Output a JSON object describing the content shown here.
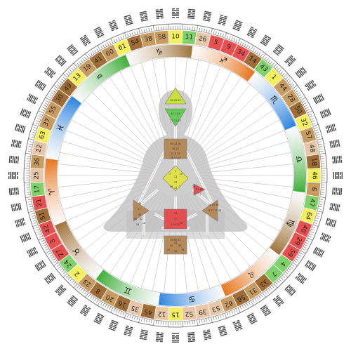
{
  "wheel": {
    "gates_clockwise_from_top": [
      "10",
      "11",
      "26",
      "5",
      "9",
      "34",
      "14",
      "43",
      "1",
      "44",
      "28",
      "50",
      "32",
      "57",
      "48",
      "18",
      "46",
      "6",
      "47",
      "64",
      "40",
      "29",
      "59",
      "4",
      "7",
      "33",
      "31",
      "56",
      "62",
      "53",
      "39",
      "52",
      "15",
      "12",
      "45",
      "35",
      "16",
      "20",
      "8",
      "23",
      "2",
      "24",
      "27",
      "3",
      "42",
      "51",
      "21",
      "17",
      "25",
      "36",
      "22",
      "63",
      "37",
      "55",
      "30",
      "49",
      "13",
      "19",
      "41",
      "60",
      "61",
      "54",
      "38",
      "58"
    ],
    "gate_band_colors": [
      "#f4ef5c",
      "#7fd16a",
      "#e8c6a8",
      "#e85050",
      "#e85050",
      "#e85050",
      "#a06d36",
      "#7fd16a",
      "#f4ef5c",
      "#c89b60",
      "#c89b60",
      "#a06d36",
      "#f4ef5c",
      "#c89b60",
      "#e8c6a8",
      "#a06d36",
      "#f4ef5c",
      "#c89b60",
      "#7fd16a",
      "#f4ef5c",
      "#e85050",
      "#e85050",
      "#e85050",
      "#7fd16a",
      "#7fd16a",
      "#a06d36",
      "#c89b60",
      "#a06d36",
      "#c89b60",
      "#e8c6a8",
      "#e8c6a8",
      "#e8c6a8",
      "#f4ef5c",
      "#e8c6a8",
      "#a06d36",
      "#e8c6a8",
      "#a06d36",
      "#c89b60",
      "#a06d36",
      "#c89b60",
      "#f4ef5c",
      "#7fd16a",
      "#e85050",
      "#e85050",
      "#e85050",
      "#a06d36",
      "#e85050",
      "#7fd16a",
      "#e8c6a8",
      "#c89b60",
      "#e8c6a8",
      "#f4ef5c",
      "#c89b60",
      "#c89b60",
      "#a06d36",
      "#a06d36",
      "#f4ef5c",
      "#c89b60",
      "#a06d36",
      "#c89b60",
      "#f4ef5c",
      "#a06d36",
      "#c89b60",
      "#c89b60"
    ],
    "zodiac_glyphs_clockwise_from_top": [
      "♐",
      "♏",
      "♎",
      "♍",
      "♌",
      "♋",
      "♊",
      "♉",
      "♈",
      "♓",
      "♒",
      "♑"
    ],
    "zodiac_colors": [
      "#e8761e",
      "#2f86e0",
      "#3fae3a",
      "#a0743a",
      "#e8761e",
      "#2f86e0",
      "#3fae3a",
      "#a0743a",
      "#e8761e",
      "#2f86e0",
      "#3fae3a",
      "#a0743a"
    ],
    "hexagram_line_pattern_note": "",
    "center_gate_labels": [
      "64 61 63",
      "47 24 4",
      "17 11 43",
      "62 23 56",
      "16 20",
      "31 8 33",
      "35 12 45",
      "1",
      "13",
      "25",
      "46",
      "2",
      "7",
      "10",
      "15",
      "21 40",
      "26",
      "51",
      "6 37 22 36",
      "30 55 49",
      "48",
      "57",
      "44",
      "50",
      "32",
      "28",
      "18",
      "59",
      "27",
      "34",
      "5 14 29",
      "53 60 52",
      "54",
      "38",
      "58",
      "19",
      "39",
      "41"
    ]
  },
  "colors": {
    "body_silhouette": "#bdbdbd",
    "head_center": "#c8e03a",
    "ajna_center": "#66cc55",
    "throat_center": "#b58a5a",
    "g_center": "#e0e04a",
    "heart_center": "#e05050",
    "sacral_center": "#e05050",
    "root_center": "#b58a5a",
    "spleen_center": "#b58a5a",
    "solar_plexus_center": "#b58a5a",
    "ring_line": "#9a9a9a"
  }
}
